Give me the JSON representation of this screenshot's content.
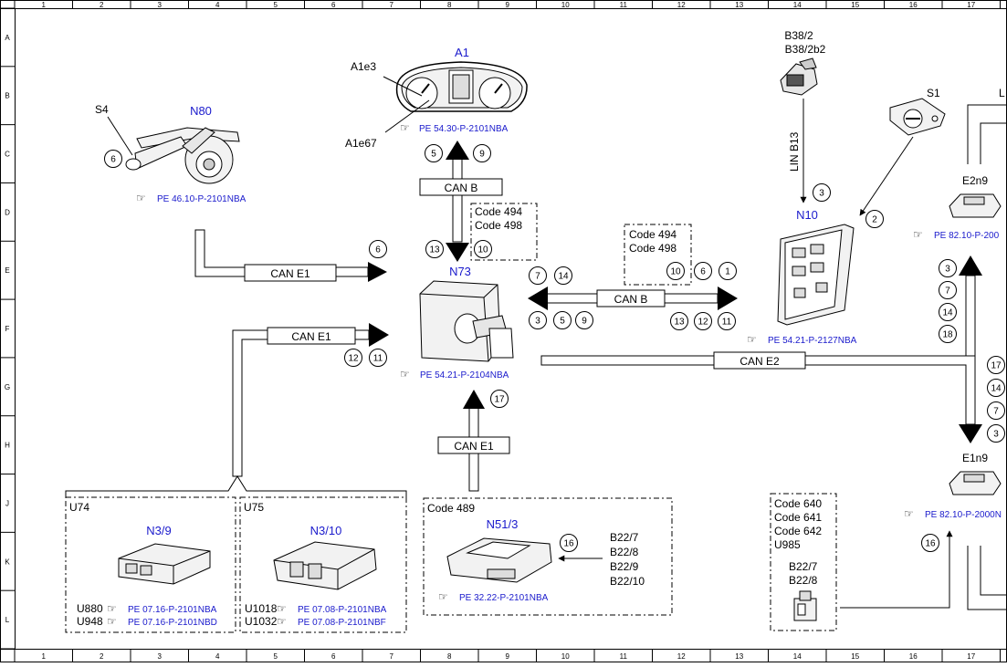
{
  "grid": {
    "columns": [
      "1",
      "2",
      "3",
      "4",
      "5",
      "6",
      "7",
      "8",
      "9",
      "10",
      "11",
      "12",
      "13",
      "14",
      "15",
      "16",
      "17"
    ],
    "rows": [
      "A",
      "B",
      "C",
      "D",
      "E",
      "F",
      "G",
      "H",
      "J",
      "K",
      "L"
    ]
  },
  "components": {
    "a1": {
      "name": "A1",
      "sub1": "A1e3",
      "sub2": "A1e67",
      "ref": "PE 54.30-P-2101NBA"
    },
    "n80": {
      "name": "N80",
      "switch": "S4",
      "ref": "PE 46.10-P-2101NBA"
    },
    "b38": {
      "line1": "B38/2",
      "line2": "B38/2b2"
    },
    "s1": {
      "name": "S1"
    },
    "n10": {
      "name": "N10",
      "ref": "PE 54.21-P-2127NBA"
    },
    "n73": {
      "name": "N73",
      "ref": "PE 54.21-P-2104NBA"
    },
    "e2n9": {
      "name": "E2n9",
      "ref": "PE 82.10-P-200"
    },
    "e1n9": {
      "name": "E1n9",
      "ref": "PE 82.10-P-2000N"
    },
    "u74": {
      "group": "U74",
      "name": "N3/9",
      "var1": "U880",
      "ref1": "PE 07.16-P-2101NBA",
      "var2": "U948",
      "ref2": "PE 07.16-P-2101NBD"
    },
    "u75": {
      "group": "U75",
      "name": "N3/10",
      "var1": "U1018",
      "ref1": "PE 07.08-P-2101NBA",
      "var2": "U1032",
      "ref2": "PE 07.08-P-2101NBF"
    },
    "n51": {
      "code": "Code 489",
      "name": "N51/3",
      "ref": "PE 32.22-P-2101NBA",
      "sensors": [
        "B22/7",
        "B22/8",
        "B22/9",
        "B22/10"
      ]
    },
    "code640": {
      "lines": [
        "Code 640",
        "Code 641",
        "Code 642",
        "U985"
      ],
      "sensors": [
        "B22/7",
        "B22/8"
      ]
    },
    "partial_top_right": "L"
  },
  "codes": {
    "box1": [
      "Code 494",
      "Code 498"
    ],
    "box2": [
      "Code 494",
      "Code 498"
    ]
  },
  "buses": {
    "can_b": "CAN B",
    "can_e1": "CAN E1",
    "can_e2": "CAN E2",
    "lin_b13": "LIN B13"
  },
  "signals": {
    "n73_up_left": "5",
    "n73_up_right": "9",
    "n80_sig": "6",
    "n10_in": "3",
    "s1_in": "2",
    "n73_down_left": "13",
    "n73_down_right": "10",
    "can_e1_top": "6",
    "canb_h_top": [
      "7",
      "14"
    ],
    "canb_h_bottom": [
      "3",
      "5",
      "9"
    ],
    "n10_left_top": [
      "10",
      "6",
      "1"
    ],
    "n10_left_bottom": [
      "13",
      "12",
      "11"
    ],
    "can_e1_lower": [
      "12",
      "11"
    ],
    "e2_stack": [
      "3",
      "7",
      "14",
      "18"
    ],
    "e1_stack": [
      "17",
      "14",
      "7",
      "3"
    ],
    "n51_up": "17",
    "b22_in": "16",
    "e1_in": "16"
  }
}
